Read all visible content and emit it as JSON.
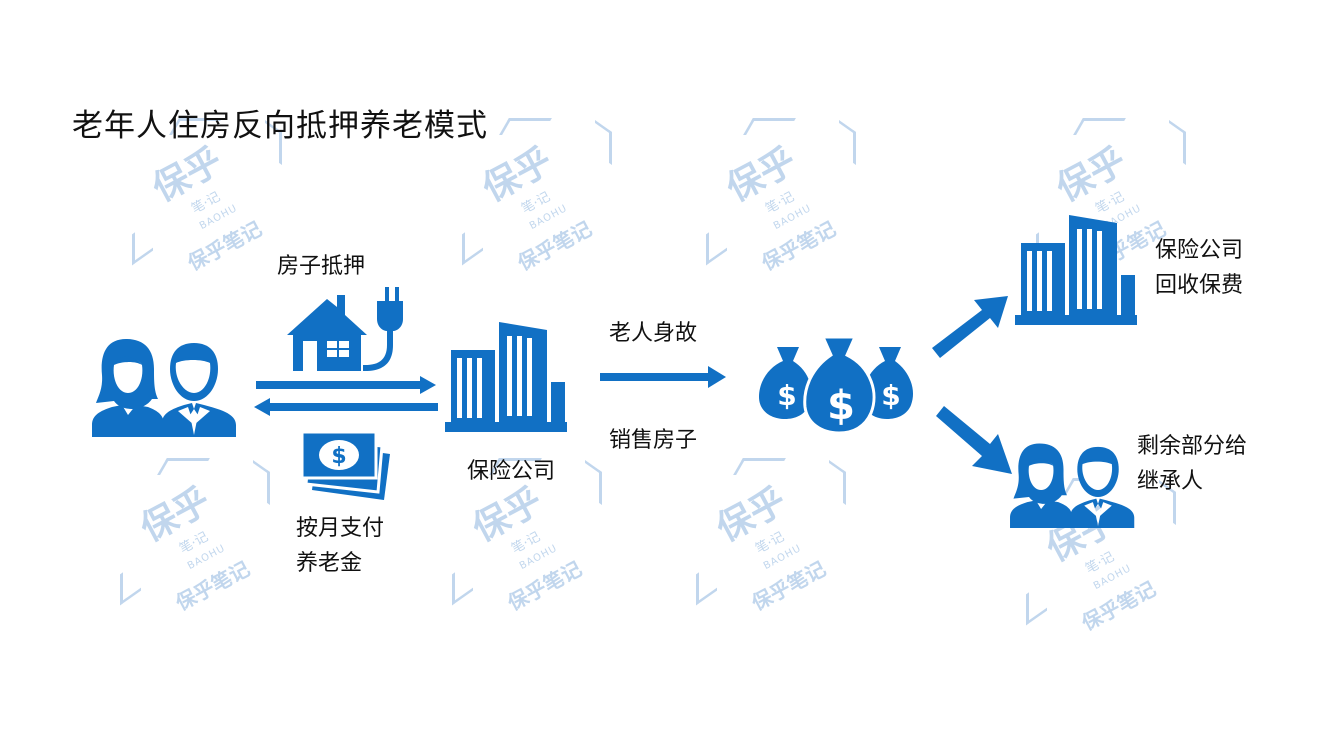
{
  "title": "老年人住房反向抵押养老模式",
  "colors": {
    "primary": "#1170c4",
    "watermark": "#8fb6df"
  },
  "watermark": {
    "main": "保乎",
    "small": "笔·记",
    "english": "BAOHU",
    "sub": "保乎笔记"
  },
  "nodes": {
    "elderly_couple": {
      "icon": "couple-icon"
    },
    "insurer": {
      "icon": "building-icon",
      "label": "保险公司"
    },
    "money_bags": {
      "icon": "money-bags-icon"
    },
    "insurer_recover": {
      "icon": "building-icon",
      "label_line1": "保险公司",
      "label_line2": "回收保费"
    },
    "heirs": {
      "icon": "couple-icon",
      "label_line1": "剩余部分给",
      "label_line2": "继承人"
    }
  },
  "edges": {
    "mortgage": {
      "label": "房子抵押",
      "icon": "house-plug-icon"
    },
    "pension": {
      "label_line1": "按月支付",
      "label_line2": "养老金",
      "icon": "cash-stack-icon"
    },
    "death": {
      "label": "老人身故"
    },
    "sell": {
      "label": "销售房子"
    }
  }
}
